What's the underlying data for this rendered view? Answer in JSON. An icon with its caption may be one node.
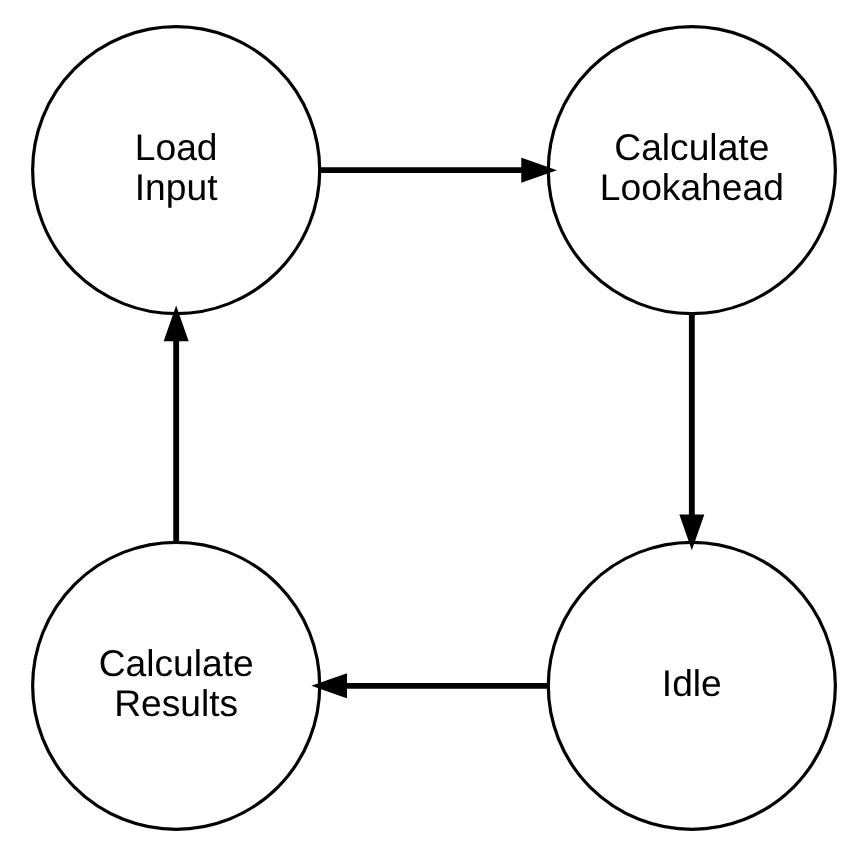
{
  "diagram": {
    "nodes": [
      {
        "text": [
          "Load Input"
        ]
      },
      {
        "text": [
          "Calculate Lookahead"
        ]
      },
      {
        "text": [
          "Idle"
        ]
      },
      {
        "text": [
          "Calculate Results"
        ]
      }
    ],
    "edges": [
      {
        "from": 0,
        "to": 1,
        "arrow": "to"
      },
      {
        "from": 1,
        "to": 2,
        "arrow": "to"
      },
      {
        "from": 2,
        "to": 3,
        "arrow": "to"
      },
      {
        "from": 3,
        "to": 0,
        "arrow": "to"
      }
    ]
  }
}
